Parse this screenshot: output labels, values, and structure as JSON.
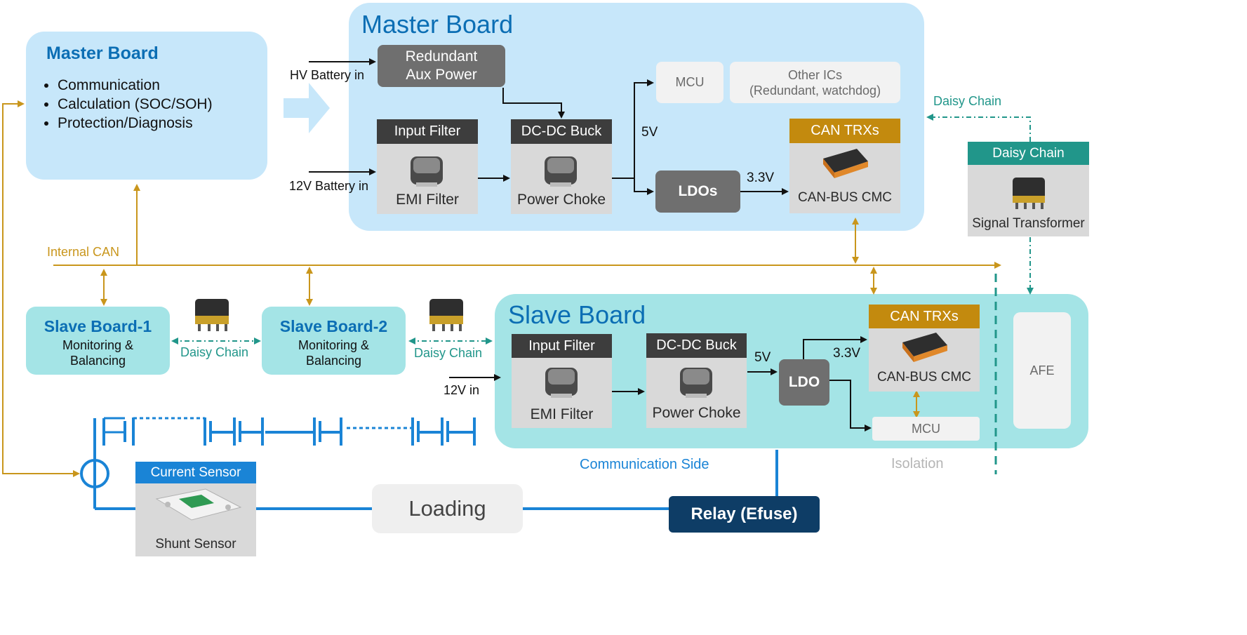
{
  "master_summary": {
    "title": "Master Board",
    "bullets": [
      "Communication",
      "Calculation (SOC/SOH)",
      "Protection/Diagnosis"
    ]
  },
  "master_board": {
    "title": "Master Board",
    "inputs": {
      "hv": "HV Battery in",
      "v12": "12V Battery in"
    },
    "redundant_aux": "Redundant Aux Power",
    "input_filter": {
      "header": "Input Filter",
      "component": "EMI Filter"
    },
    "dcdc_buck": {
      "header": "DC-DC Buck",
      "component": "Power Choke"
    },
    "mcu": "MCU",
    "other_ics": "Other ICs\n(Redundant, watchdog)",
    "ldos": "LDOs",
    "v5": "5V",
    "v33": "3.3V",
    "can_trx": {
      "header": "CAN TRXs",
      "component": "CAN-BUS CMC"
    }
  },
  "daisy_chain_ext": {
    "label": "Daisy Chain",
    "header": "Daisy Chain",
    "component": "Signal Transformer"
  },
  "bus": {
    "internal_can": "Internal CAN"
  },
  "slave_boards": [
    {
      "title": "Slave Board-1",
      "desc": "Monitoring & Balancing"
    },
    {
      "title": "Slave Board-2",
      "desc": "Monitoring & Balancing"
    }
  ],
  "daisy_labels": [
    "Daisy Chain",
    "Daisy Chain"
  ],
  "slave_board": {
    "title": "Slave Board",
    "input": "12V in",
    "input_filter": {
      "header": "Input Filter",
      "component": "EMI Filter"
    },
    "dcdc_buck": {
      "header": "DC-DC Buck",
      "component": "Power Choke"
    },
    "v5": "5V",
    "v33": "3.3V",
    "ldo": "LDO",
    "can_trx": {
      "header": "CAN TRXs",
      "component": "CAN-BUS CMC"
    },
    "mcu": "MCU",
    "afe": "AFE"
  },
  "labels": {
    "communication_side": "Communication Side",
    "isolation": "Isolation"
  },
  "power_path": {
    "current_sensor": {
      "header": "Current Sensor",
      "component": "Shunt Sensor"
    },
    "loading": "Loading",
    "relay": "Relay (Efuse)"
  },
  "colors": {
    "master_bg": "#c7e7fa",
    "slave_bg": "#a4e4e6",
    "title_blue": "#0b6eb4",
    "bus_gold": "#c9961c",
    "teal": "#21968a",
    "power_blue": "#1a84d6",
    "dark_header": "#3d3d3d",
    "can_gold": "#c38a0e",
    "relay_navy": "#0e3d66"
  }
}
